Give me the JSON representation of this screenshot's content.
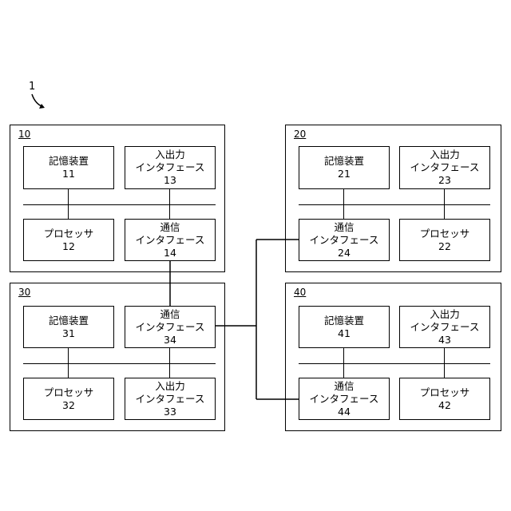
{
  "system": {
    "ref": "1"
  },
  "units": [
    {
      "label": "10",
      "components": [
        {
          "lines": [
            "記憶装置",
            "11"
          ]
        },
        {
          "lines": [
            "入出力",
            "インタフェース",
            "13"
          ]
        },
        {
          "lines": [
            "プロセッサ",
            "12"
          ]
        },
        {
          "lines": [
            "通信",
            "インタフェース",
            "14"
          ]
        }
      ]
    },
    {
      "label": "20",
      "components": [
        {
          "lines": [
            "記憶装置",
            "21"
          ]
        },
        {
          "lines": [
            "入出力",
            "インタフェース",
            "23"
          ]
        },
        {
          "lines": [
            "通信",
            "インタフェース",
            "24"
          ]
        },
        {
          "lines": [
            "プロセッサ",
            "22"
          ]
        }
      ]
    },
    {
      "label": "30",
      "components": [
        {
          "lines": [
            "記憶装置",
            "31"
          ]
        },
        {
          "lines": [
            "通信",
            "インタフェース",
            "34"
          ]
        },
        {
          "lines": [
            "プロセッサ",
            "32"
          ]
        },
        {
          "lines": [
            "入出力",
            "インタフェース",
            "33"
          ]
        }
      ]
    },
    {
      "label": "40",
      "components": [
        {
          "lines": [
            "記憶装置",
            "41"
          ]
        },
        {
          "lines": [
            "入出力",
            "インタフェース",
            "43"
          ]
        },
        {
          "lines": [
            "通信",
            "インタフェース",
            "44"
          ]
        },
        {
          "lines": [
            "プロセッサ",
            "42"
          ]
        }
      ]
    }
  ]
}
